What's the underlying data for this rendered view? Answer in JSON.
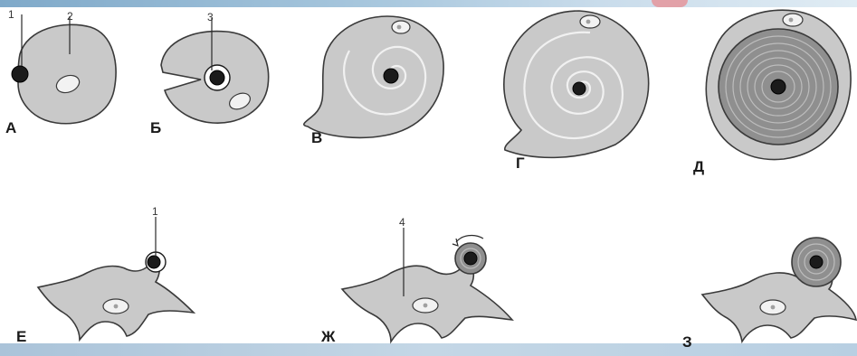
{
  "panels": {
    "a": {
      "letter": "А"
    },
    "b": {
      "letter": "Б"
    },
    "v": {
      "letter": "В"
    },
    "g": {
      "letter": "Г"
    },
    "d": {
      "letter": "Д"
    },
    "e": {
      "letter": "Е"
    },
    "zh": {
      "letter": "Ж"
    },
    "z": {
      "letter": "З"
    }
  },
  "labels": {
    "one": "1",
    "two": "2",
    "three": "3",
    "four": "4"
  },
  "colors": {
    "cytoplasm": "#c9c9c9",
    "myelin_dark": "#8f8f8f",
    "axon": "#1b1b1b",
    "top_bar": "#7fa9c9",
    "bottom_bar": "#aac3d9"
  }
}
